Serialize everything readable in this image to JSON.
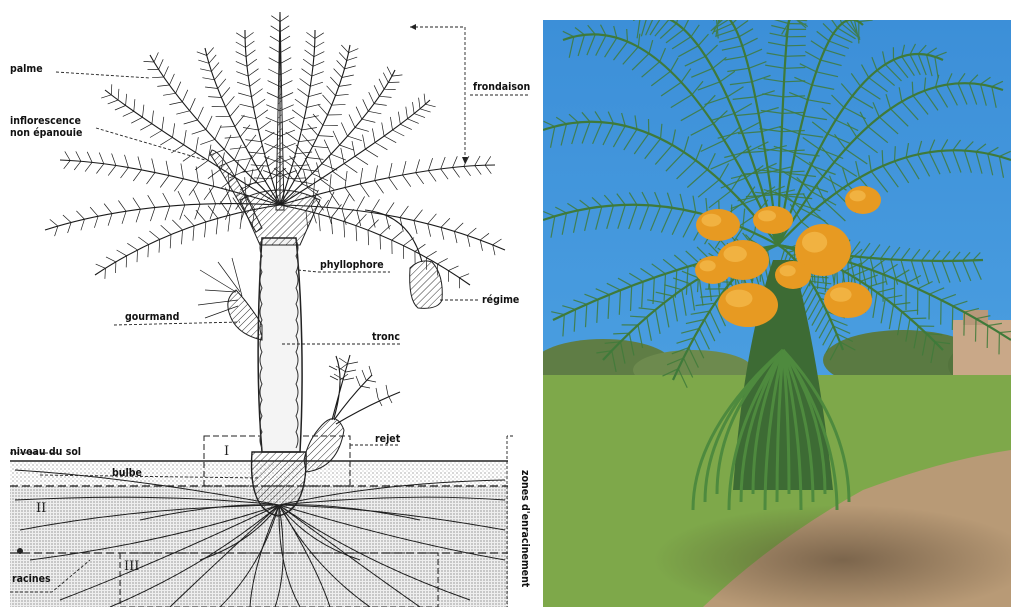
{
  "diagram": {
    "labels": {
      "palme": "palme",
      "inflorescence_line1": "inflorescence",
      "inflorescence_line2": "non épanouie",
      "frondaison": "frondaison",
      "phyllophore": "phyllophore",
      "regime": "régime",
      "gourmand": "gourmand",
      "tronc": "tronc",
      "rejet": "rejet",
      "niveau_du_sol": "niveau du sol",
      "bulbe": "bulbe",
      "racines": "racines",
      "zones_enracinement": "zones d'enracinement",
      "zone_I": "I",
      "zone_II": "II",
      "zone_III": "III"
    }
  },
  "photo": {
    "subject": "palm-tree-with-dates",
    "colors": {
      "sky": "#4a9ee0",
      "sky_top": "#3c8fd8",
      "grass": "#7ea84a",
      "soil": "#b89a76",
      "frond": "#3f7a3a",
      "dates": "#e79a22"
    }
  }
}
